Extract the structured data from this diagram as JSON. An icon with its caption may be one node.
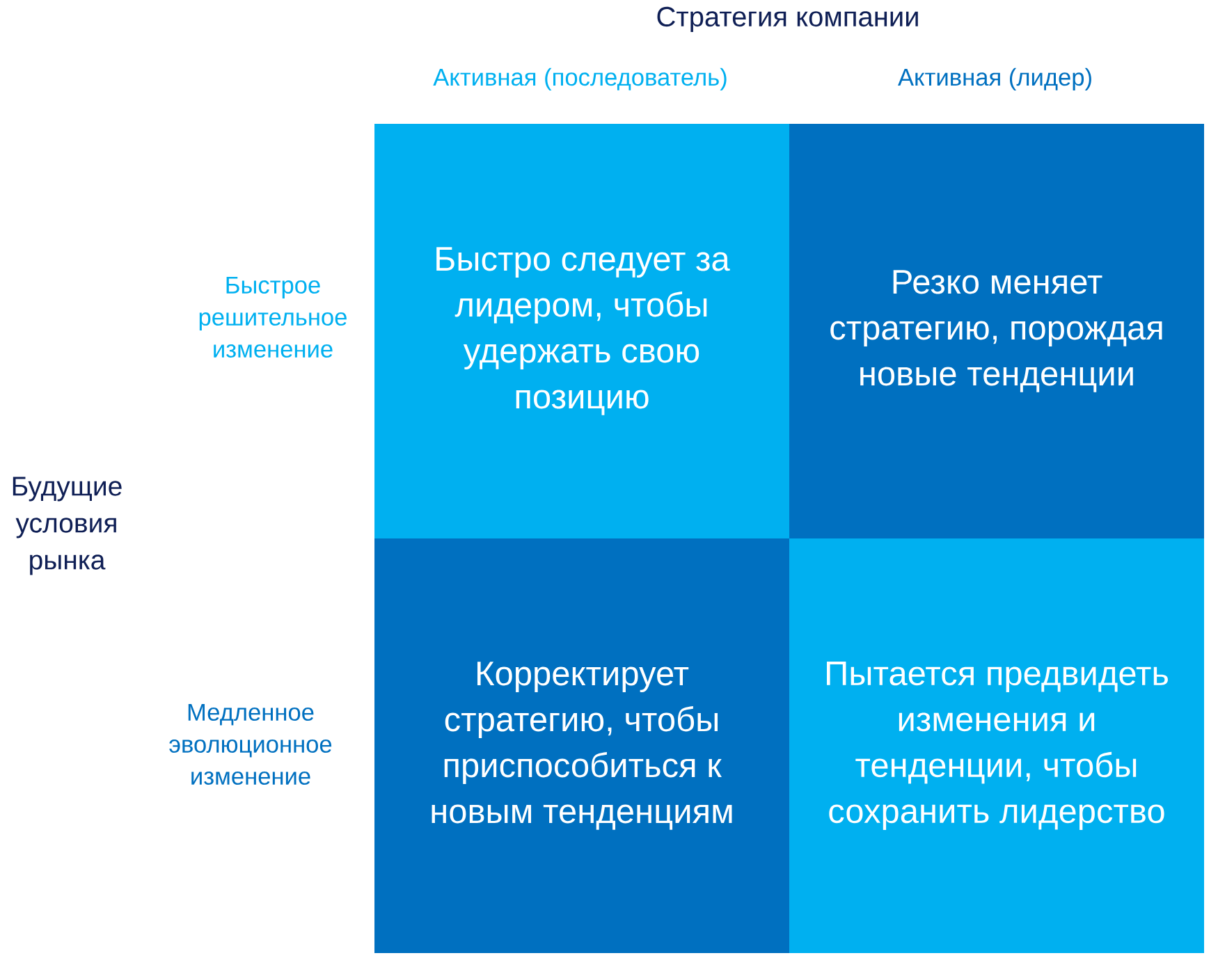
{
  "diagram": {
    "nodes": [
      {
        "text": [
          "Быстро следует за лидером, чтобы удержать свою позицию"
        ]
      },
      {
        "text": [
          "Резко меняет стратегию, порождая новые тенденции"
        ]
      },
      {
        "text": [
          "Корректирует стратегию, чтобы приспособиться к новым тенденциям"
        ]
      },
      {
        "text": [
          "Пытается предвидеть изменения и тенденции, чтобы сохранить лидерство"
        ]
      }
    ],
    "labels": [
      "Стратегия компании",
      "Активная (последователь)",
      "Активная (лидер)",
      "Быстрое решительное изменение",
      "Будущие условия рынка",
      "Медленное эволюционное изменение"
    ]
  }
}
